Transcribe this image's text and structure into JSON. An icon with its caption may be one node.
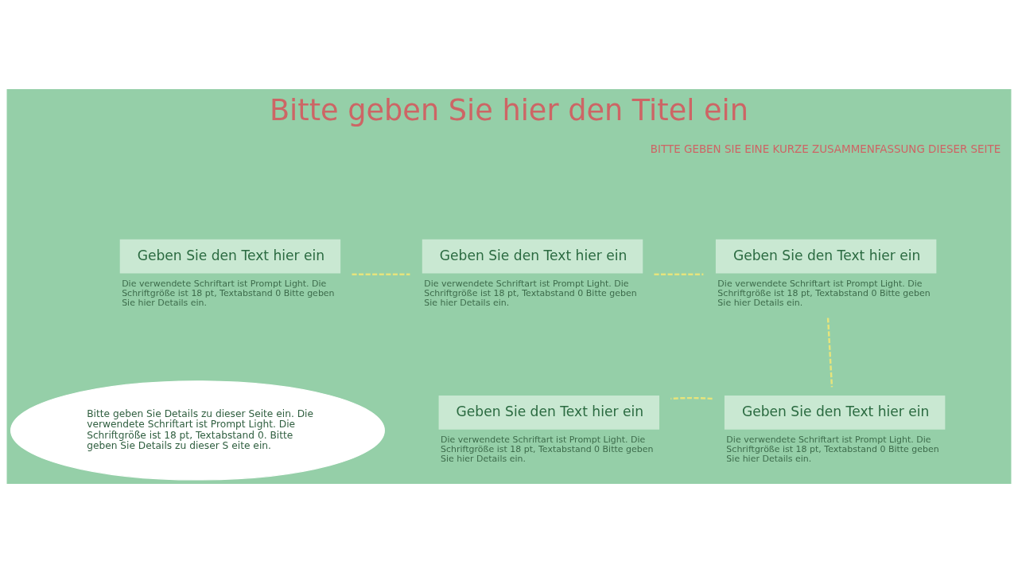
{
  "diagram": {
    "title": "Bitte geben Sie hier den Titel ein",
    "nodes": [
      {
        "text": [
          "Geben Sie den Text hier ein"
        ],
        "beside": [
          "Die verwendete Schriftart ist Prompt Light. Die Schriftgröße ist 18 pt, Textabstand 0 Bitte geben Sie hier Details ein."
        ]
      },
      {
        "text": [
          "Geben Sie den Text hier ein"
        ],
        "beside": [
          "Die verwendete Schriftart ist Prompt Light. Die Schriftgröße ist 18 pt, Textabstand 0 Bitte geben Sie hier Details ein."
        ]
      },
      {
        "text": [
          "Geben Sie den Text hier ein"
        ],
        "beside": [
          "Die verwendete Schriftart ist Prompt Light. Die Schriftgröße ist 18 pt, Textabstand 0 Bitte geben Sie hier Details ein."
        ]
      },
      {
        "text": [
          "Bitte geben Sie Details zu dieser Seite ein. Die verwendete Schriftart ist Prompt Light. Die Schriftgröße ist 18 pt, Textabstand 0. Bitte geben Sie Details zu dieser S eite ein."
        ]
      },
      {
        "text": [
          "Geben Sie den Text hier ein"
        ],
        "beside": [
          "Die verwendete Schriftart ist Prompt Light. Die Schriftgröße ist 18 pt, Textabstand 0 Bitte geben Sie hier Details ein."
        ]
      },
      {
        "text": [
          "Geben Sie den Text hier ein"
        ],
        "beside": [
          "Die verwendete Schriftart ist Prompt Light. Die Schriftgröße ist 18 pt, Textabstand 0 Bitte geben Sie hier Details ein."
        ]
      }
    ],
    "edges": [
      {
        "from": 0,
        "to": 1,
        "arrow": "none",
        "style": "dashed"
      },
      {
        "from": 1,
        "to": 2,
        "arrow": "none",
        "style": "dashed"
      },
      {
        "from": 2,
        "to": 5,
        "arrow": "none",
        "style": "dashed"
      },
      {
        "from": 5,
        "to": 4,
        "arrow": "none",
        "style": "dashed"
      }
    ],
    "labels": [
      "BITTE GEBEN SIE EINE KURZE ZUSAMMENFASSUNG DIESER SEITE"
    ]
  }
}
